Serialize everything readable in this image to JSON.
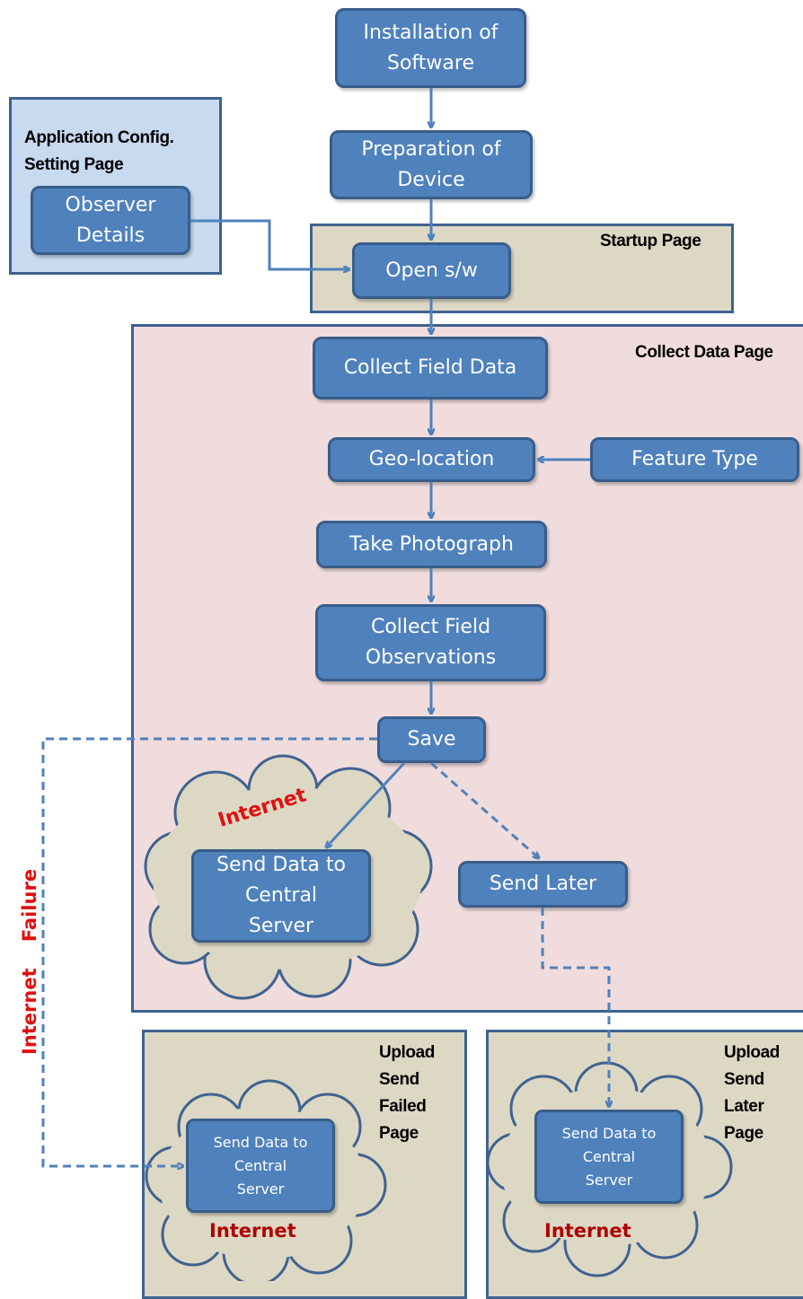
{
  "regions": {
    "config_page": "Application Config.\nSetting Page",
    "startup_page": "Startup Page",
    "collect_data_page": "Collect Data Page",
    "upload_send_failed_page": "Upload\nSend\nFailed\nPage",
    "upload_send_later_page": "Upload\nSend\nLater\nPage"
  },
  "steps": {
    "installation": "Installation of\nSoftware",
    "preparation": "Preparation of\nDevice",
    "observer_details": "Observer\nDetails",
    "open_sw": "Open s/w",
    "collect_field_data": "Collect Field Data",
    "geo_location": "Geo-location",
    "feature_type": "Feature Type",
    "take_photograph": "Take Photograph",
    "collect_field_observations": "Collect  Field\nObservations",
    "save": "Save",
    "send_data_central": "Send Data to\nCentral\nServer",
    "send_later": "Send Later",
    "failed_send_data_central": "Send Data to\nCentral\nServer",
    "later_send_data_central": "Send Data to\nCentral\nServer"
  },
  "labels": {
    "internet_cloud": "Internet",
    "internet_failure": "Internet    Failure",
    "internet_failed_page": "Internet",
    "internet_later_page": "Internet"
  }
}
